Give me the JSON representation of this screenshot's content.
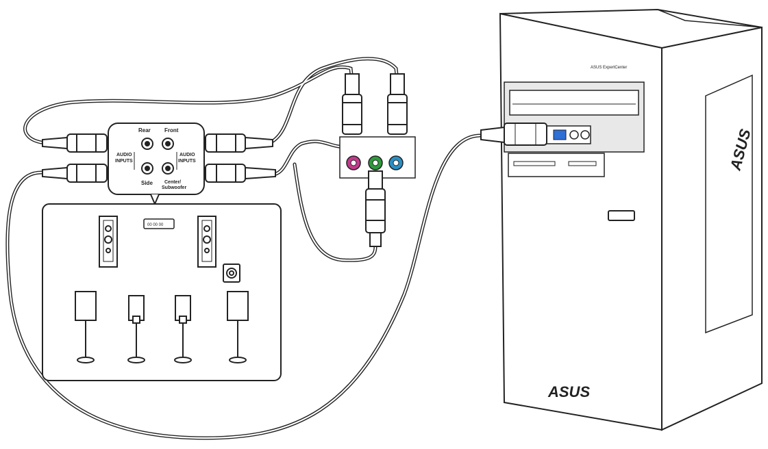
{
  "receiver_panel": {
    "rear_label": "Rear",
    "front_label": "Front",
    "side_label": "Side",
    "center_label_line1": "Center/",
    "center_label_line2": "Subwoofer",
    "audio_inputs_left_line1": "AUDIO",
    "audio_inputs_left_line2": "INPUTS",
    "audio_inputs_right_line1": "AUDIO",
    "audio_inputs_right_line2": "INPUTS"
  },
  "speaker_box": {
    "display_text": "00 00 00"
  },
  "pc": {
    "brand_logo": "ASUS",
    "side_logo": "ASUS",
    "model_text": "ASUS ExpertCenter"
  },
  "colors": {
    "line": "#222222",
    "jack_pink": "#c2398c",
    "jack_green": "#2e9a3c",
    "jack_blue": "#2a8fc4",
    "connector_highlight": "#2f6fd6",
    "background": "#ffffff"
  },
  "icons": [
    "audio-jack-icon",
    "speaker-icon",
    "subwoofer-icon",
    "headphone-port-icon",
    "usb-port-icon"
  ]
}
